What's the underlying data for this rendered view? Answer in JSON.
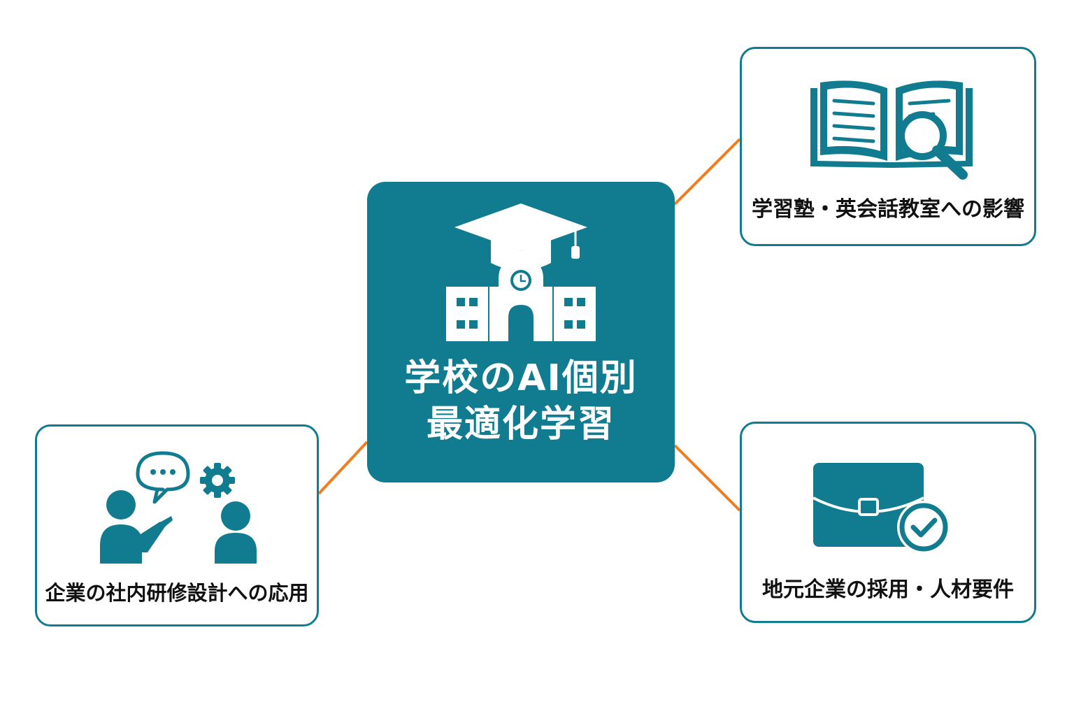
{
  "center": {
    "title_line1": "学校のAI個別",
    "title_line2": "最適化学習",
    "icon": "school-graduation-icon"
  },
  "nodes": {
    "cram_school": {
      "label": "学習塾・英会話教室への影響",
      "icon": "book-search-icon"
    },
    "local_hiring": {
      "label": "地元企業の採用・人材要件",
      "icon": "briefcase-check-icon"
    },
    "corporate_training": {
      "label": "企業の社内研修設計への応用",
      "icon": "people-discussion-gear-icon"
    }
  },
  "colors": {
    "primary": "#117b8f",
    "connector": "#ef7d22",
    "text": "#111111",
    "background": "#ffffff"
  }
}
